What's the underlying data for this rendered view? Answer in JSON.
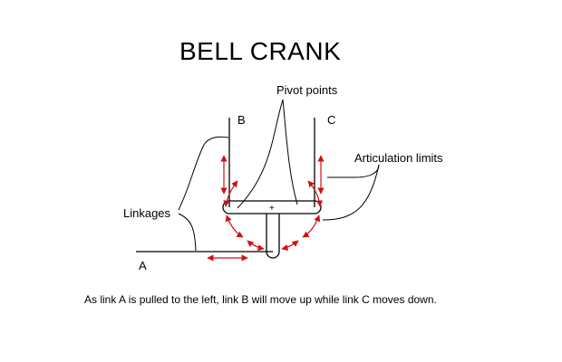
{
  "title": "BELL  CRANK",
  "labels": {
    "pivot_points": "Pivot points",
    "link_b": "B",
    "link_c": "C",
    "link_a": "A",
    "articulation_limits": "Articulation limits",
    "linkages": "Linkages",
    "pivot_mark": "+"
  },
  "caption": "As link A is pulled to the left, link B will move up while link C moves down.",
  "colors": {
    "line": "#000000",
    "arrow": "#d01010",
    "background": "#ffffff"
  }
}
